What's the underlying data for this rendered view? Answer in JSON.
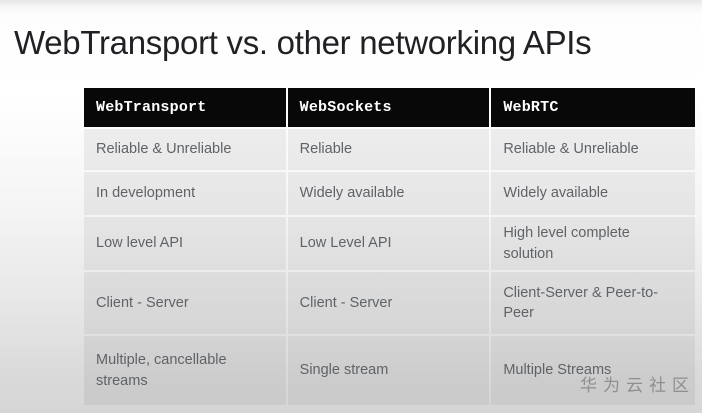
{
  "page": {
    "title": "WebTransport vs. other networking APIs",
    "watermark": "华为云社区"
  },
  "table": {
    "columns": [
      "WebTransport",
      "WebSockets",
      "WebRTC"
    ],
    "rows": [
      {
        "cells": [
          "Reliable & Unreliable",
          "Reliable",
          "Reliable & Unreliable"
        ]
      },
      {
        "cells": [
          "In development",
          "Widely available",
          "Widely available"
        ]
      },
      {
        "cells": [
          "Low level API",
          "Low Level API",
          "High level complete solution"
        ]
      },
      {
        "cells": [
          "Client - Server",
          "Client - Server",
          "Client-Server & Peer-to-Peer"
        ]
      },
      {
        "cells": [
          "Multiple, cancellable streams",
          "Single stream",
          "Multiple Streams"
        ]
      }
    ]
  },
  "colors": {
    "header_bg": "#080808",
    "header_text": "#ffffff",
    "body_text": "#5f6368",
    "title_text": "#202124",
    "watermark_text": "#8f8f8f"
  }
}
